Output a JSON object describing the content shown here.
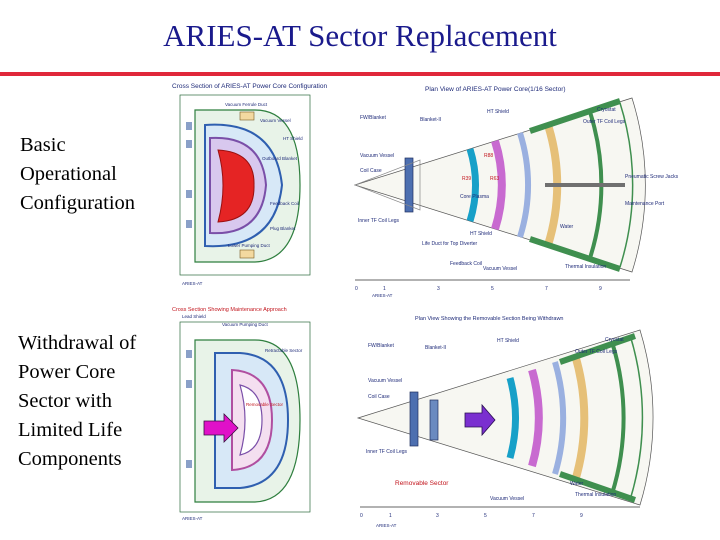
{
  "slide": {
    "title": "ARIES-AT Sector Replacement",
    "label1": [
      "Basic",
      "Operational",
      "Configuration"
    ],
    "label2": [
      "Withdrawal of",
      "Power Core",
      "Sector with",
      "Limited Life",
      "Components"
    ]
  },
  "figure1": {
    "title": "Cross Section of ARIES-AT Power Core Configuration",
    "labels": [
      "Vacuum Ferrule Duct",
      "Vacuum Vessel",
      "HT Shield",
      "Outboard Blanket",
      "Feedback Coil",
      "Plug Blanket",
      "Lower Pumping Duct"
    ],
    "caption": "ARIES-AT"
  },
  "figure2": {
    "title": "Plan View of ARIES-AT Power Core(1/16 Sector)",
    "labels": [
      "HT Shield",
      "Cryostat",
      "FW/Blanket",
      "Blanket-II",
      "Outer TF Coil Legs",
      "Vacuum Vessel",
      "Coil Case",
      "R88",
      "R39",
      "R63",
      "Core Plasma",
      "Pneumatic Screw Jacks",
      "Maintenance Port",
      "Inner TF Coil Legs",
      "HT Shield",
      "Water",
      "Life Duct for Top Diverter",
      "Feedback Coil",
      "Vacuum Vessel",
      "Thermal Insulation"
    ],
    "ticks": [
      "0",
      "1",
      "3",
      "5",
      "7",
      "9"
    ],
    "caption": "ARIES-AT"
  },
  "figure3": {
    "title": "Cross Section Showing Maintenance Approach",
    "labels": [
      "Lead Shield",
      "Vacuum Pumping Duct",
      "Retractable Sector",
      "Removable Sector"
    ],
    "caption": "ARIES-AT"
  },
  "figure4": {
    "title": "Plan View Showing the Removable Section Being Withdrawn",
    "labels": [
      "HT Shield",
      "Cryostat",
      "FW/Blanket",
      "Blanket-II",
      "Outer TF Coil Legs",
      "Vacuum Vessel",
      "Coil Case",
      "Inner TF Coil Legs",
      "Removable Sector",
      "Water",
      "Vacuum Vessel",
      "Thermal Insulation"
    ],
    "ticks": [
      "0",
      "1",
      "3",
      "5",
      "7",
      "9"
    ],
    "caption": "ARIES-AT"
  }
}
